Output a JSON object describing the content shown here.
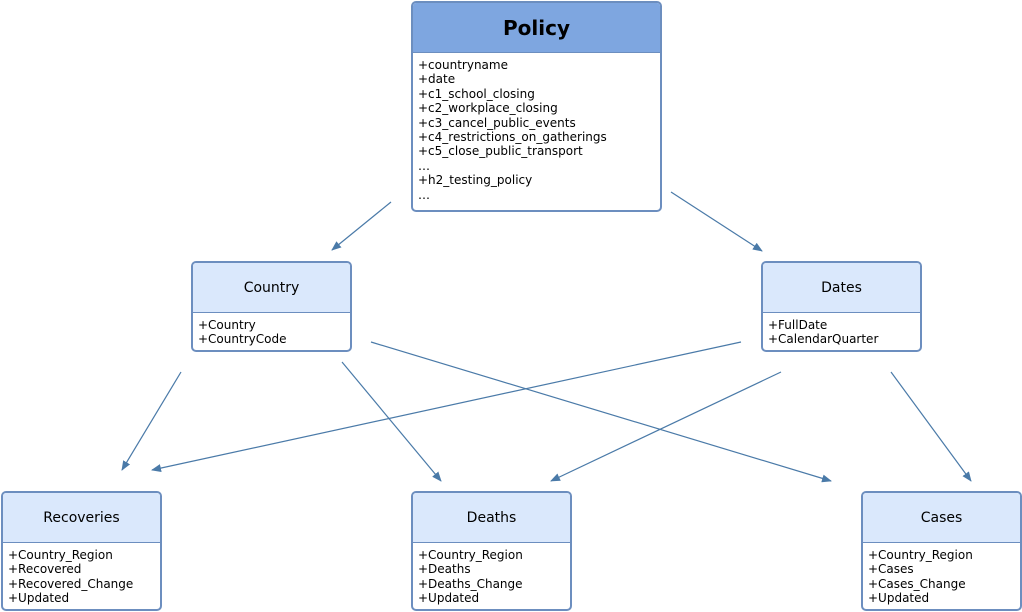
{
  "classes": {
    "policy": {
      "title": "Policy",
      "attributes": [
        "+countryname",
        "+date",
        "+c1_school_closing",
        "+c2_workplace_closing",
        "+c3_cancel_public_events",
        "+c4_restrictions_on_gatherings",
        "+c5_close_public_transport",
        "…",
        "+h2_testing_policy",
        "…"
      ]
    },
    "country": {
      "title": "Country",
      "attributes": [
        "+Country",
        "+CountryCode"
      ]
    },
    "dates": {
      "title": "Dates",
      "attributes": [
        "+FullDate",
        "+CalendarQuarter"
      ]
    },
    "recoveries": {
      "title": "Recoveries",
      "attributes": [
        "+Country_Region",
        "+Recovered",
        "+Recovered_Change",
        "+Updated"
      ]
    },
    "deaths": {
      "title": "Deaths",
      "attributes": [
        "+Country_Region",
        "+Deaths",
        "+Deaths_Change",
        "+Updated"
      ]
    },
    "cases": {
      "title": "Cases",
      "attributes": [
        "+Country_Region",
        "+Cases",
        "+Cases_Change",
        "+Updated"
      ]
    }
  },
  "style": {
    "header_fill": "#dae8fc",
    "policy_header_fill": "#7ea6e0",
    "border": "#6c8ebf",
    "arrow": "#4a7aa8"
  }
}
